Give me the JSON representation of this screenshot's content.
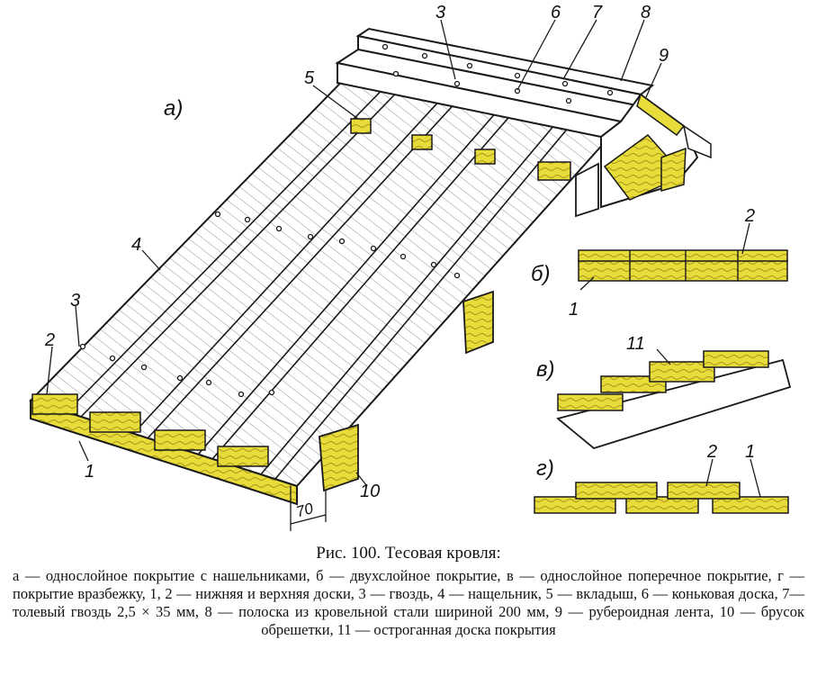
{
  "panels": {
    "a": "а)",
    "b": "б)",
    "v": "в)",
    "g": "г)"
  },
  "callouts": {
    "c1": "1",
    "c2": "2",
    "c3": "3",
    "c4": "4",
    "c5": "5",
    "c6": "6",
    "c7": "7",
    "c8": "8",
    "c9": "9",
    "c10": "10",
    "c11": "11"
  },
  "dimension": "70",
  "caption": {
    "title": "Рис. 100. Тесовая кровля:",
    "body": "а — однослойное покрытие с нашельниками, б — двухслойное покрытие, в — однослойное поперечное покрытие, г — покрытие вразбежку, 1, 2 — нижняя и верхняя доски, 3 — гвоздь, 4 — нащельник, 5 — вкладыш, 6 — коньковая доска, 7— толевый гвоздь 2,5 × 35 мм, 8 — полоска из кровельной стали шириной 200 мм, 9 — рубероидная лента, 10 — брусок обрешетки, 11 — остроганная доска покрытия"
  },
  "colors": {
    "wood": "#e8dc3a",
    "wood_dark": "#b9a81c",
    "line": "#1a1a1a",
    "paper": "#ffffff"
  }
}
